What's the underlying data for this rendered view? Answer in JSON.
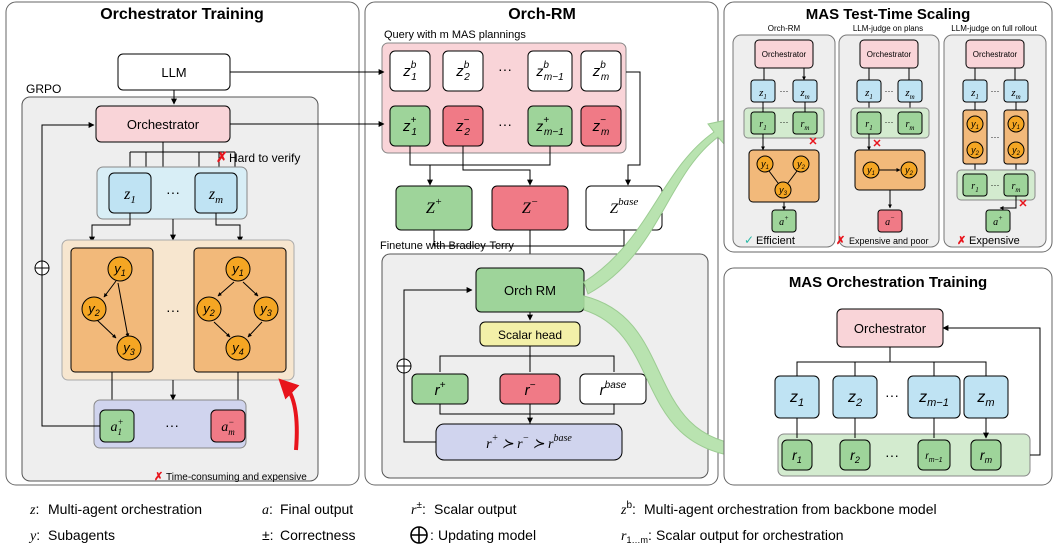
{
  "panels": {
    "training": {
      "title": "Orchestrator Training",
      "grpo": "GRPO",
      "llm": "LLM",
      "orchestrator": "Orchestrator",
      "hard_to_verify": "Hard to verify",
      "time_consuming": "Time-consuming and expensive"
    },
    "orchrm": {
      "title": "Orch-RM",
      "query": "Query with m MAS plannings",
      "finetune": "Finetune with Bradley-Terry",
      "orch_rm": "Orch RM",
      "scalar_head": "Scalar head"
    },
    "tts": {
      "title": "MAS Test-Time Scaling",
      "col1": "Orch-RM",
      "col2": "LLM-judge on plans",
      "col3": "LLM-judge on full rollout",
      "orchestrator": "Orchestrator",
      "efficient": "Efficient",
      "expensive_poor": "Expensive and poor",
      "expensive": "Expensive"
    },
    "mot": {
      "title": "MAS Orchestration Training",
      "orchestrator": "Orchestrator"
    }
  },
  "legend": {
    "z": "Multi-agent orchestration",
    "y": "Subagents",
    "a": "Final output",
    "pm": "Correctness",
    "r": "Scalar output",
    "update": "Updating model",
    "zb": "Multi-agent orchestration from backbone model",
    "r1m": "Scalar output for orchestration"
  },
  "colors": {
    "pink": "#f9d4d8",
    "green": "#9ed49a",
    "red": "#f07a86",
    "blue": "#bfe3f3",
    "orange": "#f2b97a",
    "yellow": "#f3f0a8",
    "lavender": "#d0d4ee",
    "arrow_green": "#b9e3b0",
    "red_arrow": "#e8141c"
  }
}
